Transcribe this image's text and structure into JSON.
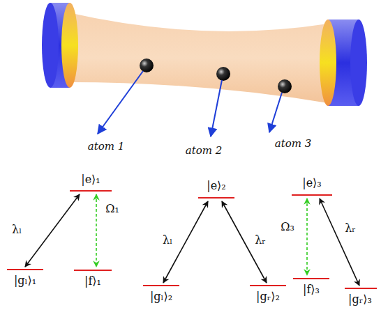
{
  "diagram": {
    "labels": [
      "atom 1",
      "atom 2",
      "atom 3",
      "|e⟩₁",
      "λₗ",
      "Ω₁",
      "|gₗ⟩₁",
      "|f⟩₁",
      "|e⟩₂",
      "λₗ",
      "λᵣ",
      "|gₗ⟩₂",
      "|gᵣ⟩₂",
      "|e⟩₃",
      "Ω₃",
      "λᵣ",
      "|f⟩₃",
      "|gᵣ⟩₃"
    ]
  }
}
